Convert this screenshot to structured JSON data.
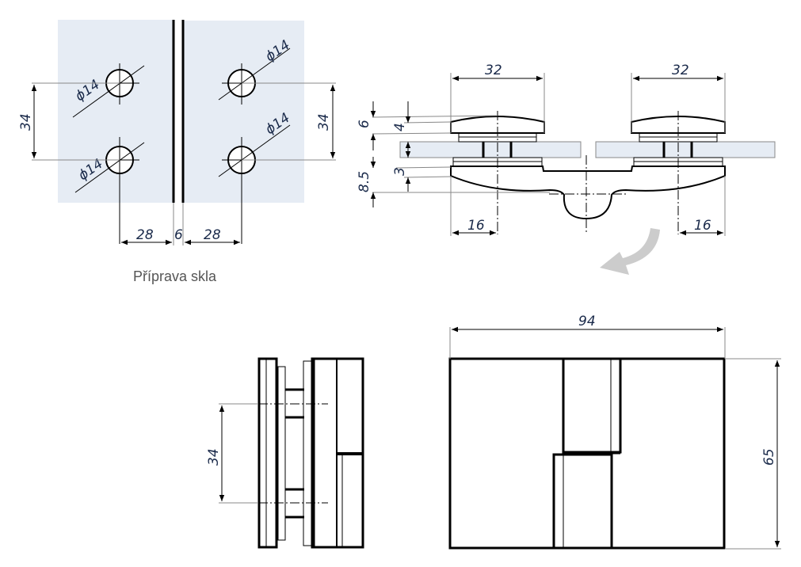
{
  "colors": {
    "glass": "#e6ecf4",
    "line": "#000000",
    "dimension_text": "#1a2a4a",
    "caption": "#555555",
    "arrow": "#cccccc"
  },
  "glass_prep": {
    "caption": "Příprava skla",
    "hole_diameter_labels": [
      "ϕ14",
      "ϕ14",
      "ϕ14",
      "ϕ14"
    ],
    "hole_spacing_left": "34",
    "hole_spacing_right": "34",
    "edge_offset_left": "28",
    "gap": "6",
    "edge_offset_right": "28"
  },
  "side_section": {
    "clamp_width_left": "32",
    "clamp_width_right": "32",
    "center_offset_left": "16",
    "center_offset_right": "16",
    "cap_height_total": "6",
    "cap_height": "4",
    "body_height_total": "8.5",
    "body_plate": "3",
    "rotation_arrow": "curved-arrow-icon"
  },
  "end_view": {
    "hole_spacing": "34"
  },
  "front_view": {
    "width": "94",
    "height": "65"
  }
}
